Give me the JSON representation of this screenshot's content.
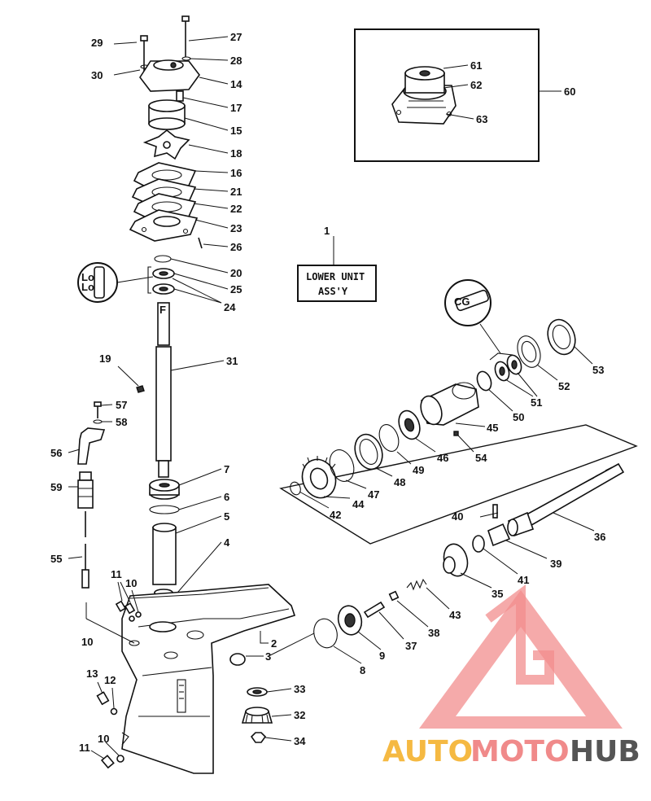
{
  "labels": {
    "n1": "1",
    "n2": "2",
    "n3": "3",
    "n4": "4",
    "n5": "5",
    "n6": "6",
    "n7": "7",
    "n8": "8",
    "n9": "9",
    "n10a": "10",
    "n10b": "10",
    "n10c": "10",
    "n11a": "11",
    "n11b": "11",
    "n12": "12",
    "n13": "13",
    "n14": "14",
    "n15": "15",
    "n16": "16",
    "n17": "17",
    "n18": "18",
    "n19": "19",
    "n20": "20",
    "n21": "21",
    "n22": "22",
    "n23": "23",
    "n24": "24",
    "n25": "25",
    "n26": "26",
    "n27": "27",
    "n28": "28",
    "n29": "29",
    "n30": "30",
    "n31": "31",
    "n32": "32",
    "n33": "33",
    "n34": "34",
    "n35": "35",
    "n36": "36",
    "n37": "37",
    "n38": "38",
    "n39": "39",
    "n40": "40",
    "n41": "41",
    "n42": "42",
    "n43": "43",
    "n44": "44",
    "n45": "45",
    "n46": "46",
    "n47": "47",
    "n48": "48",
    "n49": "49",
    "n50": "50",
    "n51": "51",
    "n52": "52",
    "n53": "53",
    "n54": "54",
    "n55": "55",
    "n56": "56",
    "n57": "57",
    "n58": "58",
    "n59": "59",
    "n60": "60",
    "n61": "61",
    "n62": "62",
    "n63": "63"
  },
  "assembly_box": {
    "line1": "LOWER UNIT",
    "line2": "ASS'Y"
  },
  "symbol_left": "Lo\nLo",
  "symbol_right": "CG",
  "watermark": {
    "text_auto": "AUTO",
    "text_moto": "MOTO",
    "text_hub": "HUB",
    "color_auto": "#f5b942",
    "color_moto": "#f08a8a",
    "color_hub": "#555555",
    "color_logo": "#f07a7a"
  }
}
